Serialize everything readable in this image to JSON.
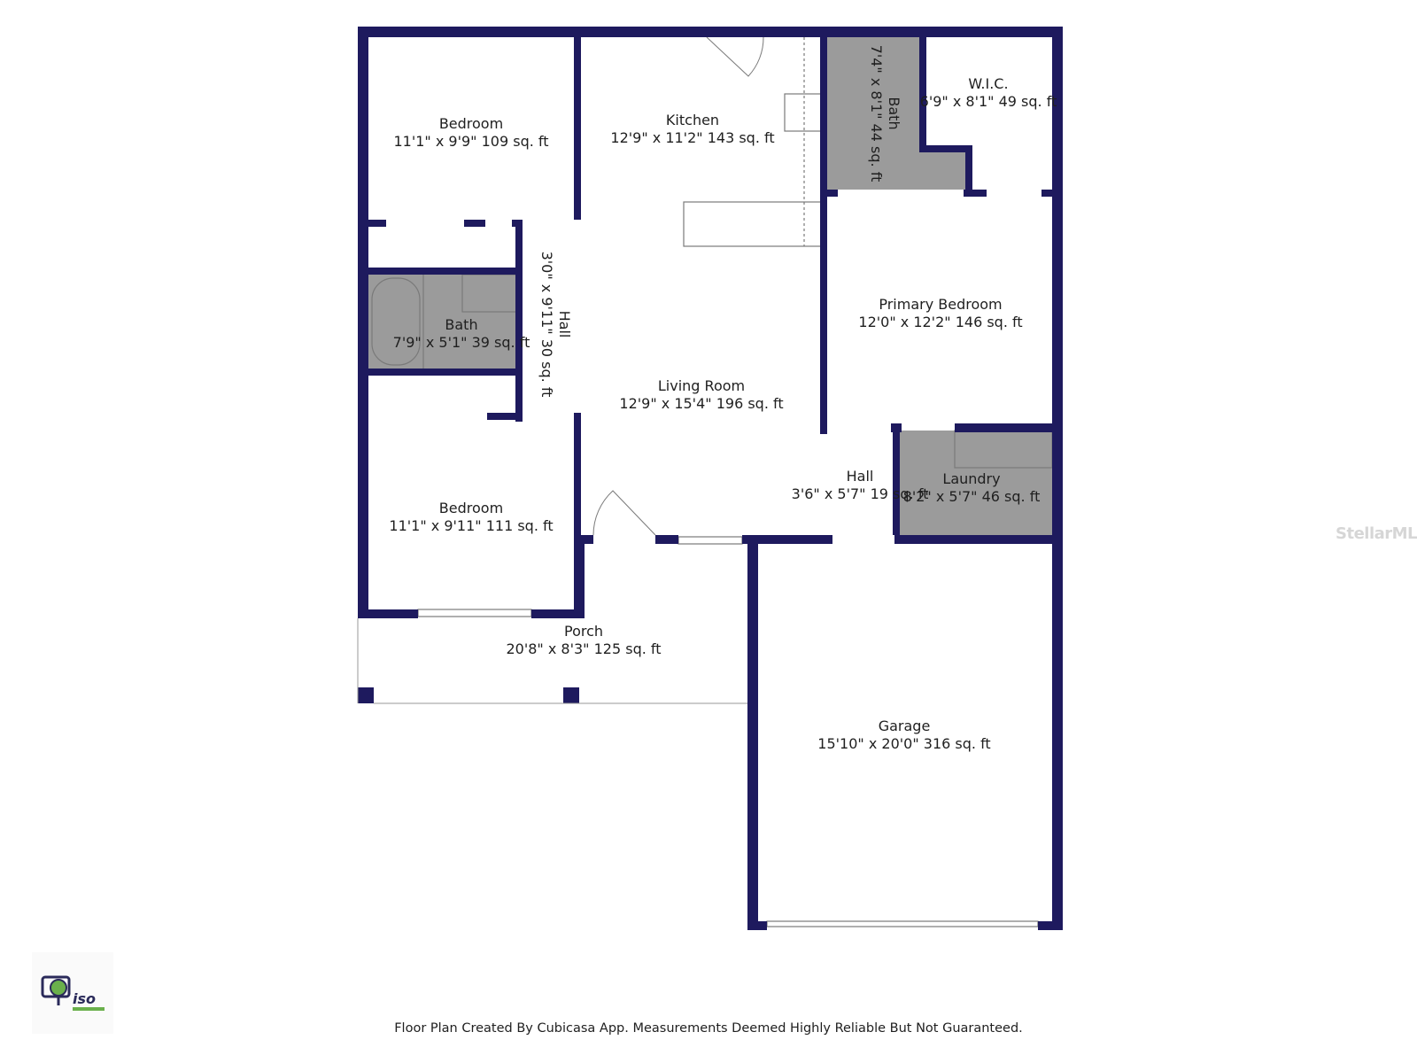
{
  "rooms": {
    "bedroom1": {
      "name": "Bedroom",
      "dims": "11'1\" x 9'9\" 109 sq. ft"
    },
    "kitchen": {
      "name": "Kitchen",
      "dims": "12'9\" x 11'2\" 143 sq. ft"
    },
    "bath_primary": {
      "name": "Bath",
      "dims": "7'4\" x 8'1\" 44 sq. ft"
    },
    "wic": {
      "name": "W.I.C.",
      "dims": "6'9\" x 8'1\" 49 sq. ft"
    },
    "hall1": {
      "name": "Hall",
      "dims": "3'0\" x 9'11\" 30 sq. ft"
    },
    "bath2": {
      "name": "Bath",
      "dims": "7'9\" x 5'1\" 39 sq. ft"
    },
    "primary_bedroom": {
      "name": "Primary Bedroom",
      "dims": "12'0\" x 12'2\" 146 sq. ft"
    },
    "living_room": {
      "name": "Living Room",
      "dims": "12'9\" x 15'4\" 196 sq. ft"
    },
    "hall2": {
      "name": "Hall",
      "dims": "3'6\" x 5'7\" 19 sq. ft"
    },
    "laundry": {
      "name": "Laundry",
      "dims": "8'2\" x 5'7\" 46 sq. ft"
    },
    "bedroom2": {
      "name": "Bedroom",
      "dims": "11'1\" x 9'11\" 111 sq. ft"
    },
    "porch": {
      "name": "Porch",
      "dims": "20'8\" x 8'3\" 125 sq. ft"
    },
    "garage": {
      "name": "Garage",
      "dims": "15'10\" x 20'0\" 316 sq. ft"
    }
  },
  "watermark": "StellarMLS",
  "logo_text": "iso",
  "footer": "Floor Plan Created By Cubicasa App. Measurements Deemed Highly Reliable But Not Guaranteed.",
  "colors": {
    "wall": "#1e1a5e",
    "wet_room": "#9b9b9b",
    "background": "#ffffff"
  }
}
